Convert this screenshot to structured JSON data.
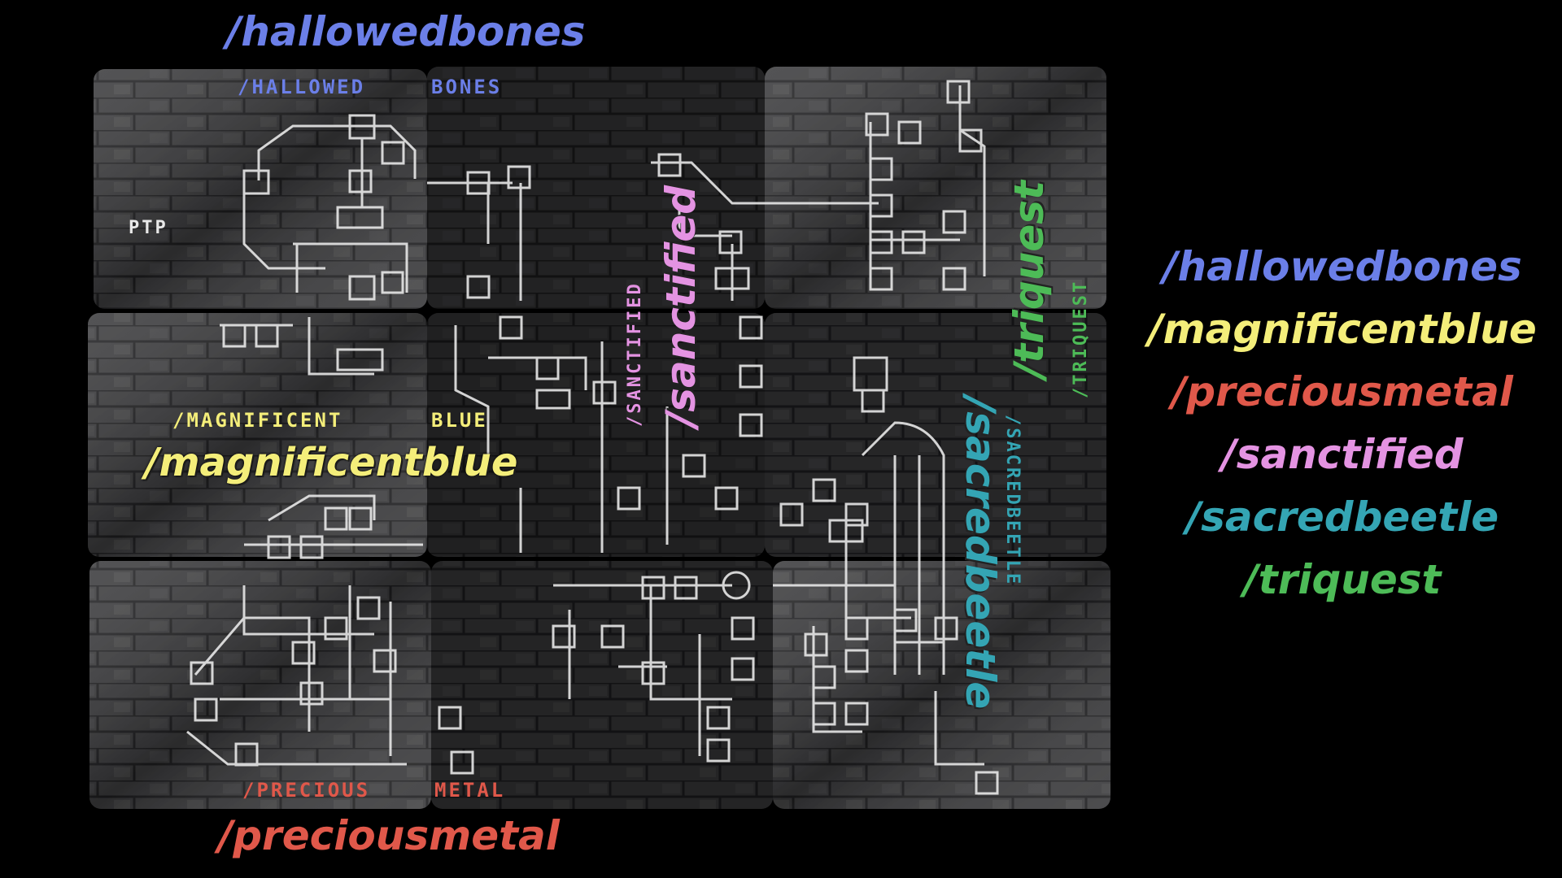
{
  "top_caption": "/hallowedbones",
  "bottom_caption": "/preciousmetal",
  "overlay_labels": {
    "magnificentblue": "/magnificentblue",
    "sanctified": "/sanctified",
    "triquest": "/triquest",
    "sacredbeetle": "/sacredbeetle"
  },
  "legend": [
    {
      "text": "/hallowedbones",
      "color": "#6b7fe8"
    },
    {
      "text": "/magnificentblue",
      "color": "#f4ee7a"
    },
    {
      "text": "/preciousmetal",
      "color": "#e0584a"
    },
    {
      "text": "/sanctified",
      "color": "#e493e2"
    },
    {
      "text": "/sacredbeetle",
      "color": "#34a5b4"
    },
    {
      "text": "/triquest",
      "color": "#4dbb57"
    }
  ],
  "card_text": {
    "hallowedbones_a": "/HALLOWED",
    "hallowedbones_b": "BONES",
    "ptp": "PTP",
    "magnificent_a": "/MAGNIFICENT",
    "magnificent_b": "BLUE",
    "sanctified": "/SANCTIFIED",
    "triquest": "/TRIQUEST",
    "sacredbeetle": "/SACREDBEETLE",
    "precious_a": "/PRECIOUS",
    "precious_b": "METAL"
  },
  "colors": {
    "hallowedbones": "#6b7fe8",
    "magnificentblue": "#f4ee7a",
    "preciousmetal": "#e0584a",
    "sanctified": "#e493e2",
    "sacredbeetle": "#34a5b4",
    "triquest": "#4dbb57",
    "map_lines": "#e8e8e8",
    "card_dark": "#1b1b1d",
    "brick": "#6a6a6a"
  }
}
